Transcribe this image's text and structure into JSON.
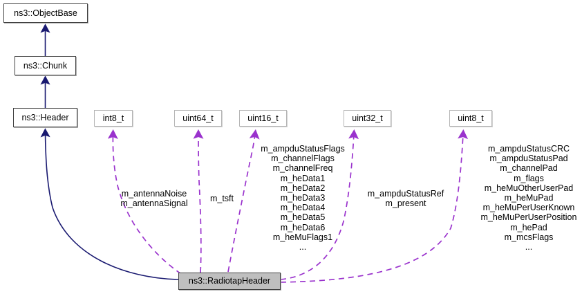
{
  "diagram": {
    "title": "ns3::RadiotapHeader collaboration diagram",
    "colors": {
      "inheritance_edge": "#191970",
      "usage_edge": "#9a32cd",
      "current_node_fill": "#bfbfbf",
      "class_border": "#404040",
      "type_border": "#b5b5b5",
      "background": "#ffffff"
    }
  },
  "nodes": {
    "object_base": {
      "label": "ns3::ObjectBase",
      "kind": "class"
    },
    "chunk": {
      "label": "ns3::Chunk",
      "kind": "class"
    },
    "header": {
      "label": "ns3::Header",
      "kind": "class"
    },
    "int8": {
      "label": "int8_t",
      "kind": "type"
    },
    "uint64": {
      "label": "uint64_t",
      "kind": "type"
    },
    "uint16": {
      "label": "uint16_t",
      "kind": "type"
    },
    "uint32": {
      "label": "uint32_t",
      "kind": "type"
    },
    "uint8": {
      "label": "uint8_t",
      "kind": "type"
    },
    "radiotap_header": {
      "label": "ns3::RadiotapHeader",
      "kind": "class",
      "current": true
    }
  },
  "edge_labels": {
    "int8_members": "m_antennaNoise\nm_antennaSignal",
    "uint64_members": "m_tsft",
    "uint16_members": "m_ampduStatusFlags\nm_channelFlags\nm_channelFreq\nm_heData1\nm_heData2\nm_heData3\nm_heData4\nm_heData5\nm_heData6\nm_heMuFlags1\n...",
    "uint32_members": "m_ampduStatusRef\nm_present",
    "uint8_members": "m_ampduStatusCRC\nm_ampduStatusPad\nm_channelPad\nm_flags\nm_heMuOtherUserPad\nm_heMuPad\nm_heMuPerUserKnown\nm_heMuPerUserPosition\nm_hePad\nm_mcsFlags\n..."
  }
}
